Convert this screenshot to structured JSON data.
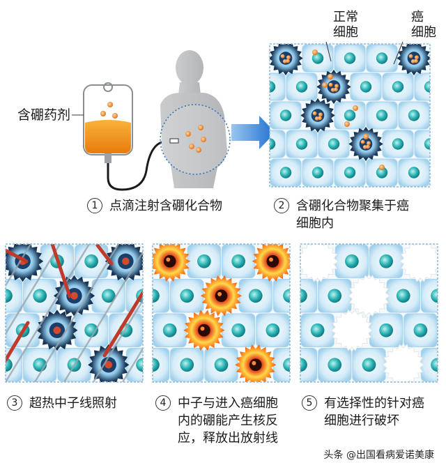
{
  "labels": {
    "drug": "含硼药剂",
    "normal_cell": "正常\n细胞",
    "cancer_cell": "癌\n细胞"
  },
  "steps": [
    {
      "num": "1",
      "text": "点滴注射含硼化合物"
    },
    {
      "num": "2",
      "text": "含硼化合物聚集于癌\n细胞内"
    },
    {
      "num": "3",
      "text": "超热中子线照射"
    },
    {
      "num": "4",
      "text": "中子与进入癌细胞\n内的硼能产生核反\n应，释放出放射线"
    },
    {
      "num": "5",
      "text": "有选择性的针对癌\n细胞进行破坏"
    }
  ],
  "watermark": "头条 @出国看病爱诺美康",
  "colors": {
    "drug_fluid": "#f39a1e",
    "cell_fill": "#d9eef8",
    "nucleus": "#2bb3b3",
    "cancer_cell": "#1b3a5c",
    "boron_dot": "#f08c28",
    "neutron_beam": "#c0392b",
    "reaction_glow": "#ff7a1a",
    "arrow": "#1e6fd0"
  }
}
